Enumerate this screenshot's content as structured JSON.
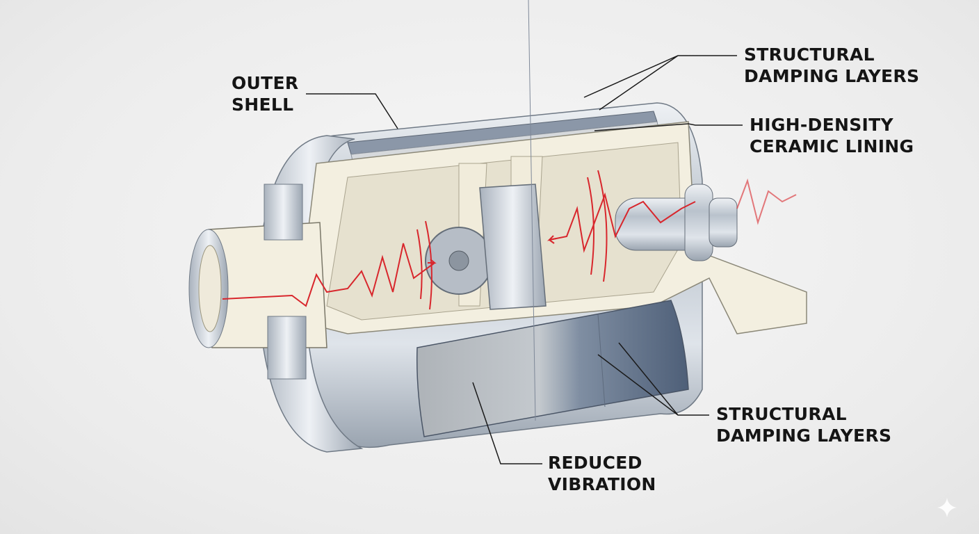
{
  "title": "Vibration damping cylinder cutaway",
  "labels": {
    "outer_shell": [
      "OUTER",
      "SHELL"
    ],
    "damping_top": [
      "STRUCTURAL",
      "DAMPING LAYERS"
    ],
    "ceramic": [
      "HIGH-DENSITY",
      "CERAMIC LINING"
    ],
    "damping_bottom": [
      "STRUCTURAL",
      "DAMPING LAYERS"
    ],
    "reduced": [
      "REDUCED",
      "VIBRATION"
    ]
  },
  "colors": {
    "metal": "#c9d0d8",
    "ceramic": "#f3efe0",
    "damping": "#5f6f86",
    "vibration": "#d8262c",
    "leader": "#1a1a1a"
  },
  "icons": [
    "sparkle-watermark-icon"
  ]
}
